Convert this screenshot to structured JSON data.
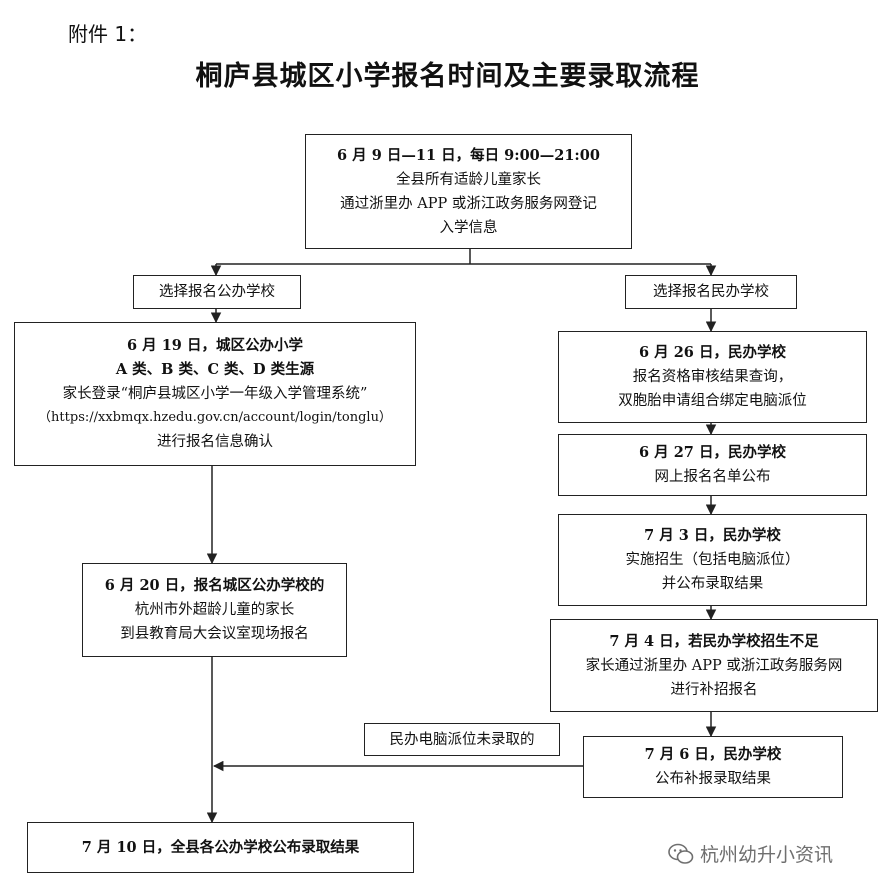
{
  "header": {
    "attachment": "附件 1：",
    "title": "桐庐县城区小学报名时间及主要录取流程"
  },
  "top_box": {
    "line1": "6 月 9 日—11 日，每日 9:00—21:00",
    "line2": "全县所有适龄儿童家长",
    "line3": "通过浙里办 APP 或浙江政务服务网登记",
    "line4": "入学信息"
  },
  "public_branch": {
    "choose_label": "选择报名公办学校",
    "step1": {
      "line1": "6 月 19 日，城区公办小学",
      "line2": "A 类、B 类、C 类、D 类生源",
      "line3": "家长登录“桐庐县城区小学一年级入学管理系统”",
      "line4": "（https://xxbmqx.hzedu.gov.cn/account/login/tonglu）",
      "line5": "进行报名信息确认"
    },
    "step2": {
      "line1": "6 月 20 日，报名城区公办学校的",
      "line2": "杭州市外超龄儿童的家长",
      "line3": "到县教育局大会议室现场报名"
    }
  },
  "private_branch": {
    "choose_label": "选择报名民办学校",
    "step1": {
      "line1": "6 月 26 日，民办学校",
      "line2": "报名资格审核结果查询，",
      "line3": "双胞胎申请组合绑定电脑派位"
    },
    "step2": {
      "line1": "6 月 27 日，民办学校",
      "line2": "网上报名名单公布"
    },
    "step3": {
      "line1": "7 月 3 日，民办学校",
      "line2": "实施招生（包括电脑派位）",
      "line3": "并公布录取结果"
    },
    "step4": {
      "line1": "7 月 4 日，若民办学校招生不足",
      "line2": "家长通过浙里办 APP 或浙江政务服务网",
      "line3": "进行补招报名"
    },
    "step5": {
      "line1": "7 月 6 日，民办学校",
      "line2": "公布补报录取结果"
    },
    "not_admitted_label": "民办电脑派位未录取的"
  },
  "final_box": {
    "line1": "7 月 10 日，全县各公办学校公布录取结果"
  },
  "watermark": {
    "text": "杭州幼升小资讯",
    "icon": "wechat-icon"
  },
  "colors": {
    "border": "#222222",
    "watermark": "#6f6f6f"
  }
}
